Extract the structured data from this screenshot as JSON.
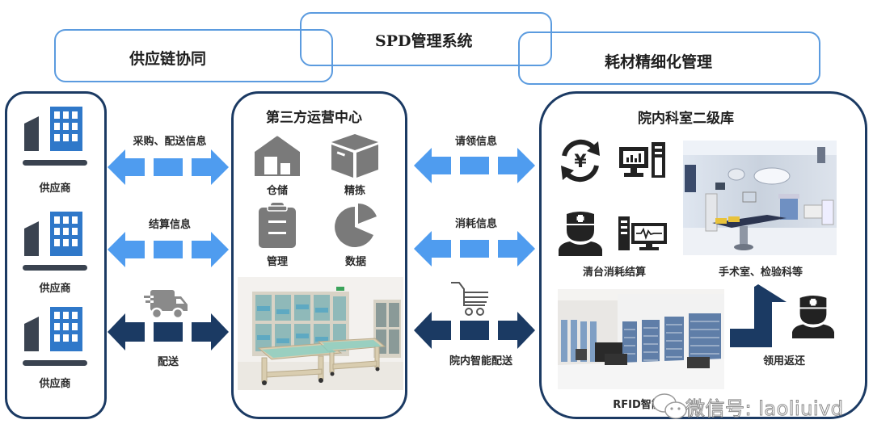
{
  "header": {
    "center_title": "SPD管理系统",
    "left_title": "供应链协同",
    "right_title": "耗材精细化管理"
  },
  "suppliers": {
    "items": [
      {
        "label": "供应商",
        "icon": "building-icon"
      },
      {
        "label": "供应商",
        "icon": "building-icon"
      },
      {
        "label": "供应商",
        "icon": "building-icon"
      }
    ]
  },
  "left_flows": [
    {
      "label": "采购、配送信息",
      "style": "light",
      "color": "#4f9cef"
    },
    {
      "label": "结算信息",
      "style": "light",
      "color": "#4f9cef"
    },
    {
      "label": "配送",
      "style": "dark",
      "color": "#1b3a63",
      "icon": "truck-icon"
    }
  ],
  "center": {
    "title": "第三方运营中心",
    "functions": [
      {
        "label": "仓储",
        "icon": "warehouse-icon"
      },
      {
        "label": "精拣",
        "icon": "box-icon"
      },
      {
        "label": "管理",
        "icon": "clipboard-icon"
      },
      {
        "label": "数据",
        "icon": "pie-chart-icon"
      }
    ]
  },
  "right_flows": [
    {
      "label": "请领信息",
      "style": "light",
      "color": "#4f9cef"
    },
    {
      "label": "消耗信息",
      "style": "light",
      "color": "#4f9cef"
    },
    {
      "label": "院内智能配送",
      "style": "dark",
      "color": "#1b3a63",
      "icon": "shopping-cart-icon"
    }
  ],
  "hospital": {
    "title": "院内科室二级库",
    "billing_label": "清台消耗结算",
    "or_label": "手术室、检验科等",
    "rfid_label": "RFID智能柜",
    "return_label": "领用返还"
  },
  "watermark": {
    "text": "微信号: laoliuivd"
  },
  "colors": {
    "light_blue": "#4f9cef",
    "dark_navy": "#1b3a63",
    "outline_blue": "#5b9bdf",
    "icon_gray": "#7a7a7a",
    "icon_black": "#222222",
    "building_blue": "#2f78c9",
    "building_dark": "#3a4350"
  }
}
